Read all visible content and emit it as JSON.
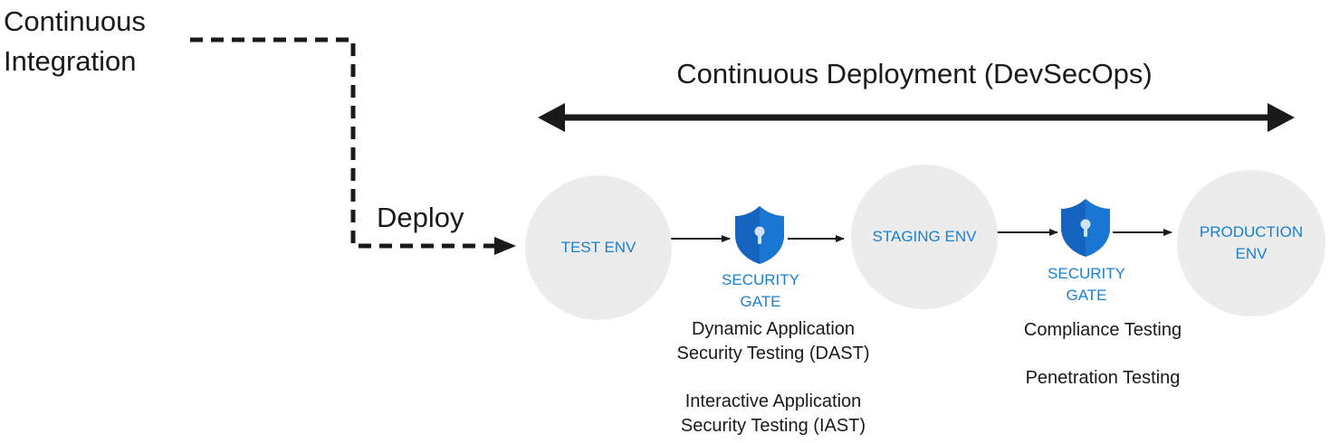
{
  "continuous_integration": {
    "label": "Continuous\nIntegration"
  },
  "continuous_deployment": {
    "title": "Continuous Deployment (DevSecOps)"
  },
  "deploy": {
    "label": "Deploy"
  },
  "environments": [
    {
      "label": "TEST ENV"
    },
    {
      "label": "STAGING ENV"
    },
    {
      "label": "PRODUCTION\nENV"
    }
  ],
  "gates": [
    {
      "label": "SECURITY\nGATE",
      "icon": "shield-lock-icon",
      "notes": [
        "Dynamic Application\nSecurity Testing (DAST)",
        "Interactive Application\nSecurity Testing (IAST)"
      ]
    },
    {
      "label": "SECURITY\nGATE",
      "icon": "shield-lock-icon",
      "notes": [
        "Compliance Testing",
        "Penetration Testing"
      ]
    }
  ],
  "colors": {
    "accent": "#1a7fd0",
    "shield": "#1565c0",
    "circle": "#ececec",
    "text": "#1a1a1a"
  }
}
